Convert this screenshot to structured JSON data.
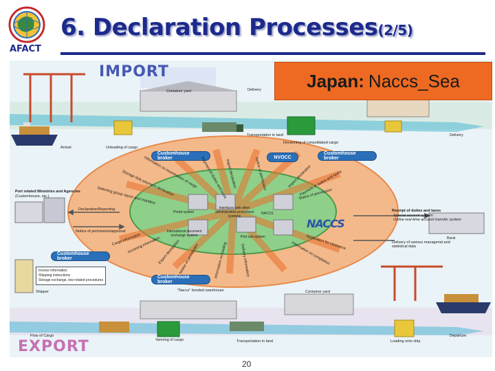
{
  "header": {
    "title_main": "6. Declaration Processes",
    "title_sub": "(2/5)",
    "logo_text": "AFACT",
    "accent_color": "#1c2a8c"
  },
  "banners": {
    "import": "IMPORT",
    "export": "EXPORT"
  },
  "callout": {
    "country": "Japan:",
    "system": "Naccs_Sea",
    "color": "#ee6a22"
  },
  "import_labels": {
    "container_yard": "Container yard",
    "delivery_top": "Delivery",
    "transportation_inland": "Transportation in land",
    "devanning": "Devanning of consolidated cargo",
    "delivery_right": "Delivery",
    "arrival": "Arrival",
    "unloading": "Unloading of cargo"
  },
  "actors": {
    "broker_top_left": "Customhouse broker",
    "nvocc": "NVOCC",
    "broker_top_right": "Customhouse broker",
    "broker_left": "Customhouse broker",
    "broker_bottom": "Customhouse broker"
  },
  "left_side": {
    "ministries": "Port related Ministries and Agencies",
    "ministries_sub": "(Customhouse, etc.)",
    "declaration": "Declaration/Reporting",
    "notice": "Notice of permission/approval",
    "shipper": "Shipper",
    "shipper_items": [
      "Invoice information",
      "Shipping instructions",
      "Storage exchange, low related procedures"
    ]
  },
  "center": {
    "portal": "Portal system",
    "interfaces": "Interfaces with other administrative procedural systems",
    "naccs": "NACCS",
    "international": "International document exchange system",
    "port_sub": "Port sub system",
    "naccs_logo": "NACCS"
  },
  "right_side": {
    "receipt": "Receipt of duties and taxes",
    "receipt_items": [
      "Special account system",
      "Online real-time account transfer system"
    ],
    "bank": "Bank",
    "delivery_managerial": "Delivery of various managerial and statistical data"
  },
  "export_labels": {
    "bonded_warehouse": "\"Naccs\" bonded warehouse",
    "container_yard": "Container yard",
    "flow_of_cargo": "Flow of Cargo",
    "vanning": "Vanning of cargo",
    "transportation_inland": "Transportation in land",
    "loading": "Loading onto ship",
    "departure": "Departure"
  },
  "spokes": {
    "left_a": "Information on examination of cargo",
    "left_b": "Storage duty payment declaration",
    "left_c": "Selecting group report and manifest",
    "left_d": "Cargo information",
    "left_e": "Incoming information",
    "top_a": "Payment of duties and taxes",
    "top_b": "Import declaration",
    "top_c": "Notice of permission",
    "right_a": "Import declaration",
    "right_b": "Payment of duties and taxes",
    "right_c": "Status of permission",
    "right_d": "Application for clearance",
    "right_e": "Information on completion",
    "bottom_a": "Export declaration",
    "bottom_b": "Notice of permission",
    "bottom_c": "Information on loading",
    "bottom_d": "Delivery information"
  },
  "footer": {
    "page_number": "20"
  }
}
